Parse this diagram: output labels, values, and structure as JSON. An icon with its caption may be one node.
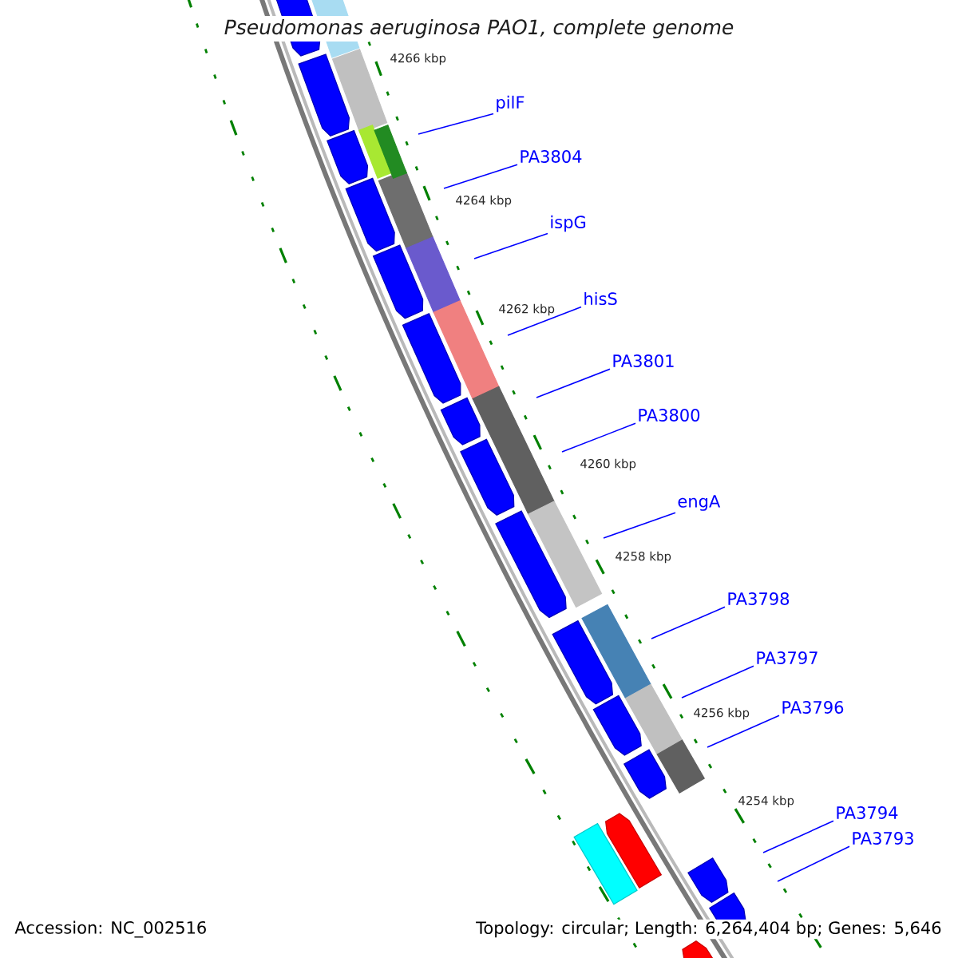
{
  "diagram": {
    "title": "Pseudomonas aeruginosa PAO1, complete genome",
    "nodes": [
      {
        "text": [
          "pilF"
        ]
      },
      {
        "text": [
          "PA3804"
        ]
      },
      {
        "text": [
          "ispG"
        ]
      },
      {
        "text": [
          "hisS"
        ]
      },
      {
        "text": [
          "PA3801"
        ]
      },
      {
        "text": [
          "PA3800"
        ]
      },
      {
        "text": [
          "engA"
        ]
      },
      {
        "text": [
          "PA3798"
        ]
      },
      {
        "text": [
          "PA3797"
        ]
      },
      {
        "text": [
          "PA3796"
        ]
      },
      {
        "text": [
          "PA3794"
        ]
      },
      {
        "text": [
          "PA3793"
        ]
      }
    ],
    "edges": [
      {
        "from": 0,
        "to": null,
        "arrow": "none"
      },
      {
        "from": 1,
        "to": null,
        "arrow": "none"
      },
      {
        "from": 2,
        "to": null,
        "arrow": "none"
      },
      {
        "from": 3,
        "to": null,
        "arrow": "none"
      },
      {
        "from": 4,
        "to": null,
        "arrow": "none"
      },
      {
        "from": 5,
        "to": null,
        "arrow": "none"
      },
      {
        "from": 6,
        "to": null,
        "arrow": "none"
      },
      {
        "from": 7,
        "to": null,
        "arrow": "none"
      },
      {
        "from": 8,
        "to": null,
        "arrow": "none"
      },
      {
        "from": 9,
        "to": null,
        "arrow": "none"
      },
      {
        "from": 10,
        "to": null,
        "arrow": "none"
      },
      {
        "from": 11,
        "to": null,
        "arrow": "none"
      }
    ],
    "labels": [
      "4266 kbp",
      "4264 kbp",
      "4262 kbp",
      "4260 kbp",
      "4258 kbp",
      "4256 kbp",
      "4254 kbp",
      "Accession: NC_002516",
      "Topology: circular; Length: 6,264,404 bp; Genes: 5,646"
    ]
  }
}
